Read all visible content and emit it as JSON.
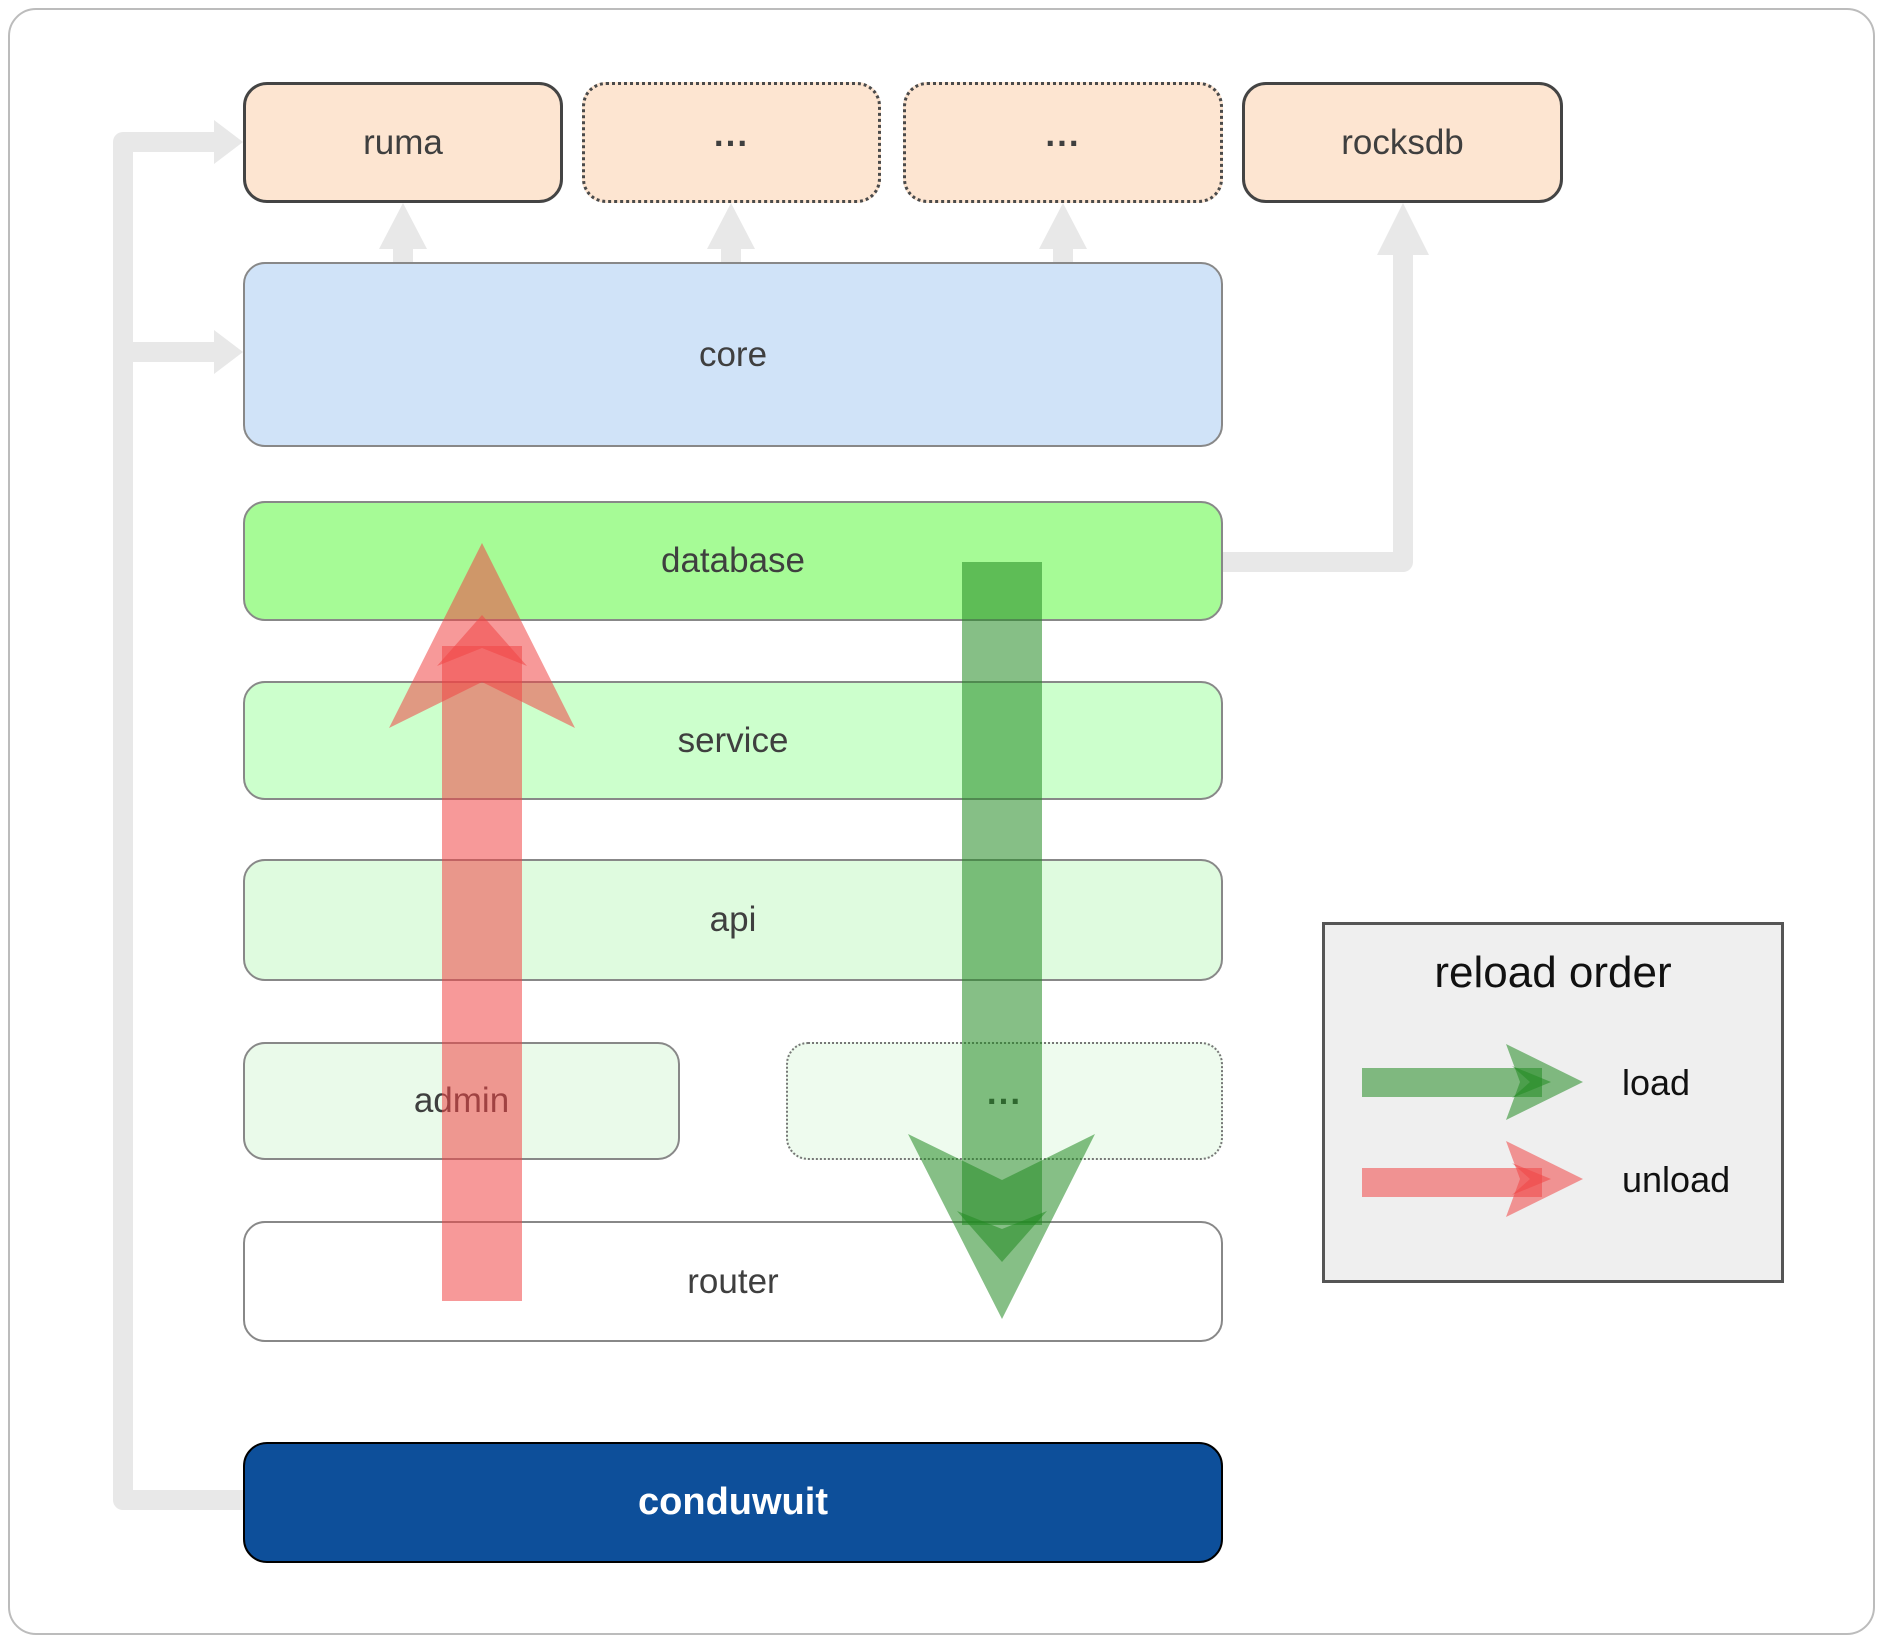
{
  "diagram": {
    "title_hint": "conduwuit architecture reload-order diagram",
    "nodes": {
      "ruma": {
        "label": "ruma"
      },
      "dots_top_1": {
        "label": "..."
      },
      "dots_top_2": {
        "label": "..."
      },
      "rocksdb": {
        "label": "rocksdb"
      },
      "core": {
        "label": "core"
      },
      "database": {
        "label": "database"
      },
      "service": {
        "label": "service"
      },
      "api": {
        "label": "api"
      },
      "admin": {
        "label": "admin"
      },
      "dots_mid": {
        "label": "..."
      },
      "router": {
        "label": "router"
      },
      "conduwuit": {
        "label": "conduwuit"
      }
    },
    "edges": [
      "conduwuit -> ruma",
      "conduwuit -> core",
      "core -> ruma",
      "core -> dots_top_1",
      "core -> dots_top_2",
      "database -> rocksdb",
      "database -> router (load, green, downward)",
      "router -> database (unload, red, upward)"
    ]
  },
  "legend": {
    "title": "reload order",
    "items": [
      {
        "label": "load",
        "color": "#228B22"
      },
      {
        "label": "unload",
        "color": "#f04545"
      }
    ]
  },
  "colors": {
    "load_green": "#228B22",
    "unload_red": "#f04545",
    "connector_gray": "#e8e8e8",
    "peach_fill": "#fde5d1",
    "core_blue": "#d0e3f8",
    "database_green": "#a6fb96",
    "service_green": "#ccffcc",
    "api_green": "#dffbdf",
    "admin_green": "#eafaea",
    "conduwuit_navy": "#0d4f9a",
    "legend_bg": "#efefef",
    "label_text": "#3f3f3f"
  }
}
